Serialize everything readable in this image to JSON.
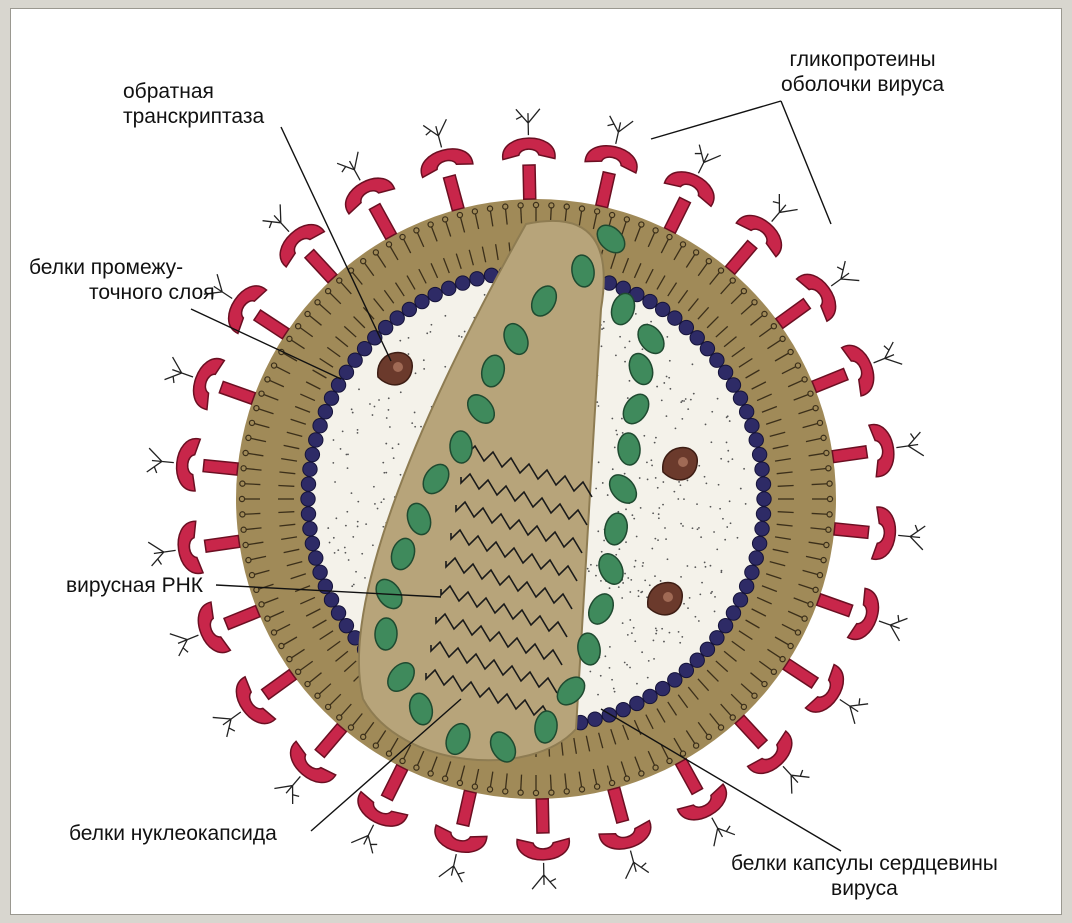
{
  "labels": {
    "reverse_transcriptase": [
      "обратная",
      "транскриптаза"
    ],
    "matrix_proteins": [
      "белки промежу-",
      "точного слоя"
    ],
    "viral_rna": "вирусная РНК",
    "nucleocapsid_proteins": "белки нуклеокапсида",
    "envelope_glycoproteins": [
      "гликопротеины",
      "оболочки вируса"
    ],
    "core_capsule_proteins": [
      "белки капсулы сердцевины",
      "вируса"
    ]
  },
  "colors": {
    "envelope_gp": "#c8264a",
    "lipid_bilayer": "#a08a58",
    "capsid_beads": "#2e2b66",
    "core_cone": "#b7a47a",
    "nucleocapsid": "#3f8a5c",
    "enzyme": "#6b3a2c",
    "rna": "#1a1a1a"
  }
}
